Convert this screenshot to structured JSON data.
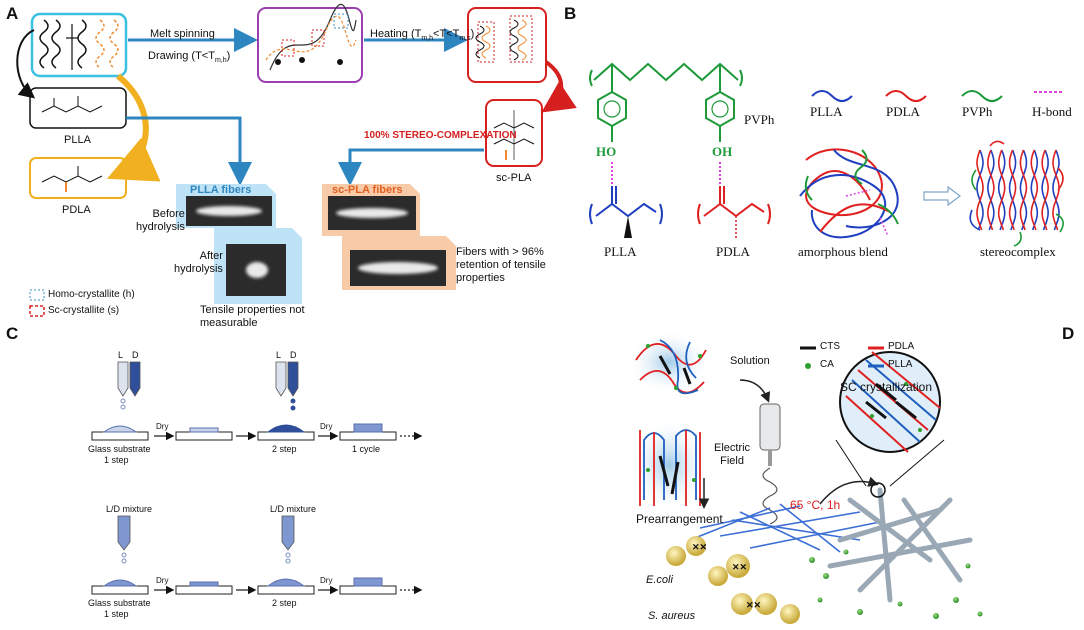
{
  "panels": {
    "a": "A",
    "b": "B",
    "c": "C",
    "d": "D"
  },
  "panel_a": {
    "step1": "Melt spinning",
    "step2": "Drawing (T<T",
    "step2_sub": "m,h",
    "step2_end": ")",
    "heating": "Heating (T",
    "heating_sub1": "m,h",
    "heating_mid": "<T<T",
    "heating_sub2": "m,s",
    "heating_end": ")",
    "stereo": "100% STEREO-COMPLEXATION",
    "plla": "PLLA",
    "pdla": "PDLA",
    "scpla": "sc-PLA",
    "plla_fibers": "PLLA fibers",
    "scpla_fibers": "sc-PLA fibers",
    "before": "Before",
    "before2": "hydrolysis",
    "after": "After",
    "after2": "hydrolysis",
    "tensile": "Tensile properties not",
    "tensile2": "measurable",
    "retention1": "Fibers with > 96%",
    "retention2": "retention of tensile",
    "retention3": "properties",
    "legend_h": "Homo-crystallite (h)",
    "legend_s": "Sc-crystallite (s)"
  },
  "panel_b": {
    "pvph_label": "PVPh",
    "oh1": "HO",
    "oh2": "OH",
    "plla": "PLLA",
    "pdla": "PDLA",
    "legend": [
      "PLLA",
      "PDLA",
      "PVPh",
      "H-bond"
    ],
    "amorphous": "amorphous blend",
    "stereo": "stereocomplex"
  },
  "panel_c": {
    "L": "L",
    "D": "D",
    "dry": "Dry",
    "glass1": "Glass substrate",
    "step1": "1 step",
    "step2": "2 step",
    "cycle": "1 cycle",
    "mixture1": "L/D mixture",
    "mixture2": "L/D mixture",
    "glass2": "Glass substrate",
    "step1b": "1 step",
    "step2b": "2 step"
  },
  "panel_d": {
    "solution": "Solution",
    "legend": [
      "CTS",
      "PDLA",
      "CA",
      "PLLA"
    ],
    "sc": "SC crystallization",
    "electric1": "Electric",
    "electric2": "Field",
    "temp": "65 °C, 1h",
    "prearr": "Prearrangement",
    "ecoli": "E.coli",
    "saureus": "S. aureus"
  },
  "colors": {
    "arrow_blue": "#2e86c1",
    "plla": "#1f3fbf",
    "pdla": "#e02020",
    "pvph": "#1e9a3a",
    "hbond": "#e040e0",
    "scpla_box": "#f4b183",
    "plla_box": "#a9d5f0"
  }
}
